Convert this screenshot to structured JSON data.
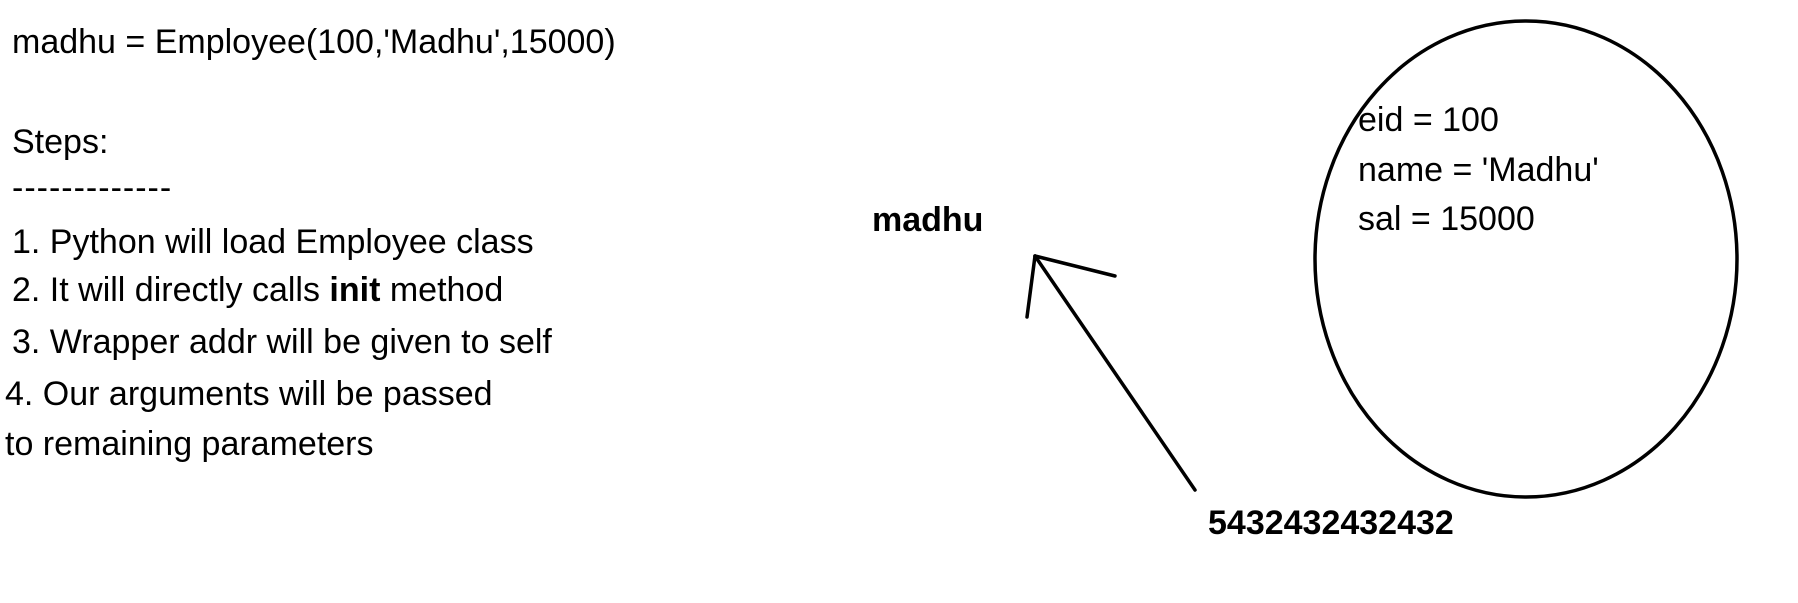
{
  "code_line": "madhu = Employee(100,'Madhu',15000)",
  "steps": {
    "heading": "Steps:",
    "underline": "-------------",
    "items": [
      {
        "prefix": "1. Python will load Employee class",
        "bold": "",
        "suffix": ""
      },
      {
        "prefix": "2. It will directly calls ",
        "bold": "init",
        "suffix": " method"
      },
      {
        "prefix": "3. Wrapper addr will be given to self",
        "bold": "",
        "suffix": ""
      }
    ],
    "item4_line1": "4. Our arguments will be passed",
    "item4_line2": "to remaining parameters"
  },
  "diagram": {
    "reference_name": "madhu",
    "address": "5432432432432",
    "object_fields": [
      "eid = 100",
      "name = 'Madhu'",
      "sal = 15000"
    ]
  }
}
